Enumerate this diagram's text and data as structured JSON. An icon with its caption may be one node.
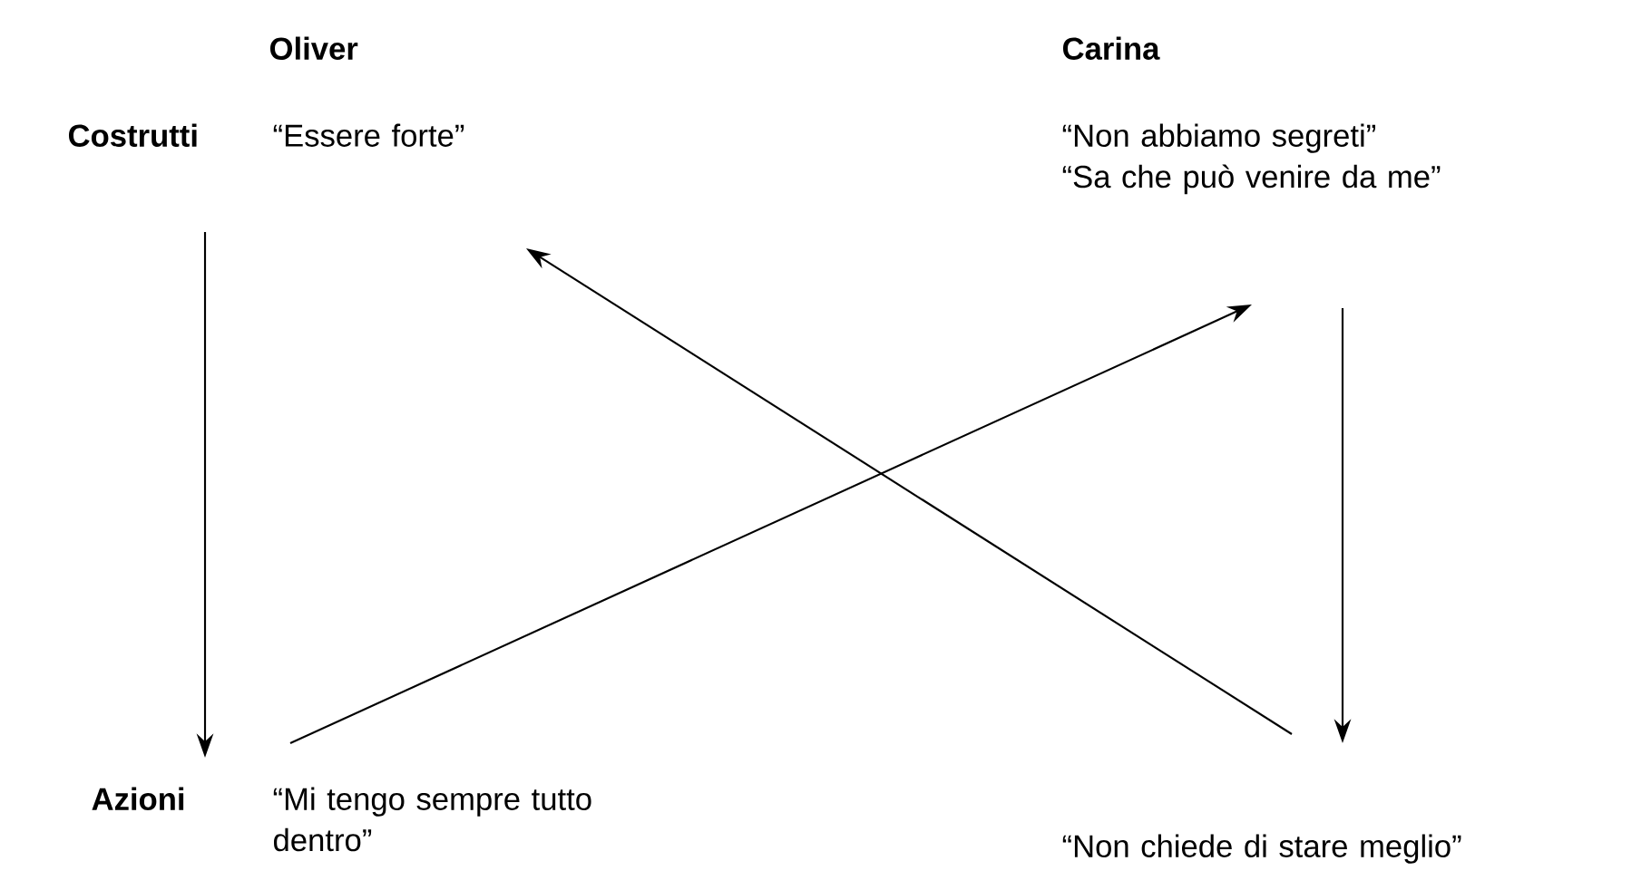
{
  "diagram": {
    "nodes": [
      {
        "text": [
          "“Essere forte”"
        ]
      },
      {
        "text": [
          "“Non abbiamo segreti”",
          "“Sa che può venire da me”"
        ]
      },
      {
        "text": [
          "“Mi tengo sempre tutto dentro”"
        ]
      },
      {
        "text": [
          "“Non chiede di stare meglio”"
        ]
      }
    ],
    "edges": [
      {
        "from": 0,
        "to": 2,
        "arrow": "to"
      },
      {
        "from": 2,
        "to": 1,
        "arrow": "to"
      },
      {
        "from": 3,
        "to": 0,
        "arrow": "to"
      },
      {
        "from": 1,
        "to": 3,
        "arrow": "to"
      }
    ],
    "labels": [
      "Oliver",
      "Carina",
      "Costrutti",
      "Azioni"
    ]
  }
}
